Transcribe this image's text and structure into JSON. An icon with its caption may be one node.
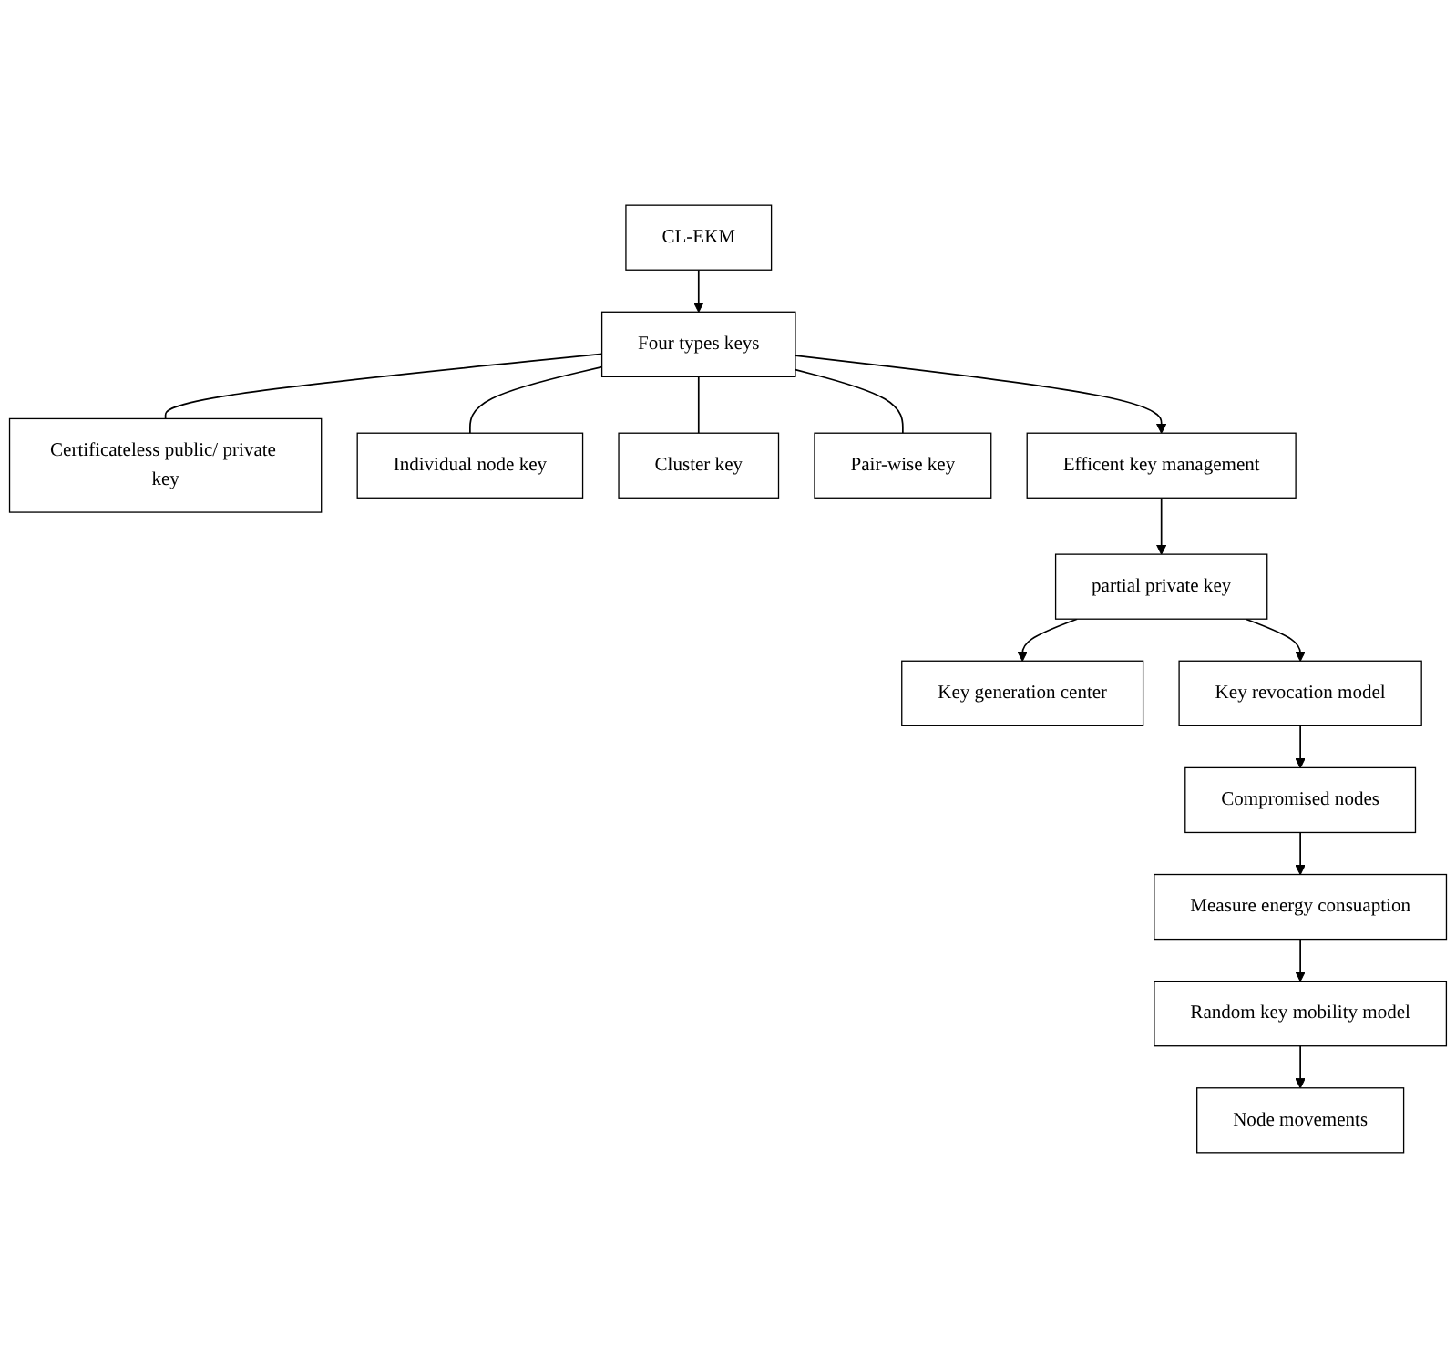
{
  "diagram": {
    "nodes": [
      {
        "text": [
          "CL-EKM"
        ]
      },
      {
        "text": [
          "Four types keys"
        ]
      },
      {
        "text": [
          "Certificateless public/ private key"
        ]
      },
      {
        "text": [
          "Individual node key"
        ]
      },
      {
        "text": [
          "Cluster key"
        ]
      },
      {
        "text": [
          "Pair-wise key"
        ]
      },
      {
        "text": [
          "Efficent key management"
        ]
      },
      {
        "text": [
          "partial private key"
        ]
      },
      {
        "text": [
          "Key generation center"
        ]
      },
      {
        "text": [
          "Key revocation model"
        ]
      },
      {
        "text": [
          "Compromised nodes"
        ]
      },
      {
        "text": [
          "Measure energy consuaption"
        ]
      },
      {
        "text": [
          "Random key mobility model"
        ]
      },
      {
        "text": [
          "Node movements"
        ]
      }
    ],
    "edges": [
      {
        "from": 0,
        "to": 1,
        "arrow": "to"
      },
      {
        "from": 1,
        "to": 2,
        "arrow": "none"
      },
      {
        "from": 1,
        "to": 3,
        "arrow": "none"
      },
      {
        "from": 1,
        "to": 4,
        "arrow": "none"
      },
      {
        "from": 1,
        "to": 5,
        "arrow": "none"
      },
      {
        "from": 1,
        "to": 6,
        "arrow": "to"
      },
      {
        "from": 6,
        "to": 7,
        "arrow": "to"
      },
      {
        "from": 7,
        "to": 8,
        "arrow": "to"
      },
      {
        "from": 7,
        "to": 9,
        "arrow": "to"
      },
      {
        "from": 9,
        "to": 10,
        "arrow": "to"
      },
      {
        "from": 10,
        "to": 11,
        "arrow": "to"
      },
      {
        "from": 11,
        "to": 12,
        "arrow": "to"
      },
      {
        "from": 12,
        "to": 13,
        "arrow": "to"
      }
    ]
  }
}
